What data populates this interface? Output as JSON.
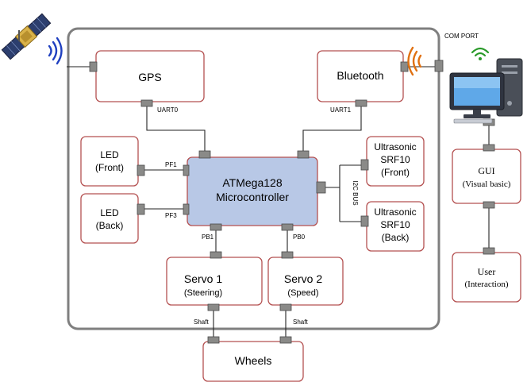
{
  "diagram": {
    "blocks": {
      "gps": {
        "label": "GPS"
      },
      "bluetooth": {
        "label": "Bluetooth"
      },
      "mcu": {
        "line1": "ATMega128",
        "line2": "Microcontroller"
      },
      "led_front": {
        "line1": "LED",
        "line2": "(Front)"
      },
      "led_back": {
        "line1": "LED",
        "line2": "(Back)"
      },
      "us_front": {
        "line1": "Ultrasonic",
        "line2": "SRF10",
        "line3": "(Front)"
      },
      "us_back": {
        "line1": "Ultrasonic",
        "line2": "SRF10",
        "line3": "(Back)"
      },
      "servo1": {
        "line1": "Servo 1",
        "line2": "(Steering)"
      },
      "servo2": {
        "line1": "Servo 2",
        "line2": "(Speed)"
      },
      "wheels": {
        "label": "Wheels"
      },
      "gui": {
        "line1": "GUI",
        "line2": "(Visual basic)"
      },
      "user": {
        "line1": "User",
        "line2": "(Interaction)"
      }
    },
    "connections": {
      "uart0": "UART0",
      "uart1": "UART1",
      "pf1": "PF1",
      "pf3": "PF3",
      "i2c_bus": "I2C BUS",
      "pb1": "PB1",
      "pb0": "PB0",
      "shaft_left": "Shaft",
      "shaft_right": "Shaft",
      "com_port": "COM PORT"
    },
    "colors": {
      "block_border": "#b45050",
      "mcu_fill": "#b8c8e6",
      "port_fill": "#8a8a88",
      "enclosure_border": "#7f7f7f",
      "wireless_left": "#2040c0",
      "wireless_right": "#e07010",
      "wireless_pc": "#2a9a2a"
    },
    "icons": {
      "satellite": "satellite-icon",
      "computer": "desktop-computer-icon"
    }
  }
}
